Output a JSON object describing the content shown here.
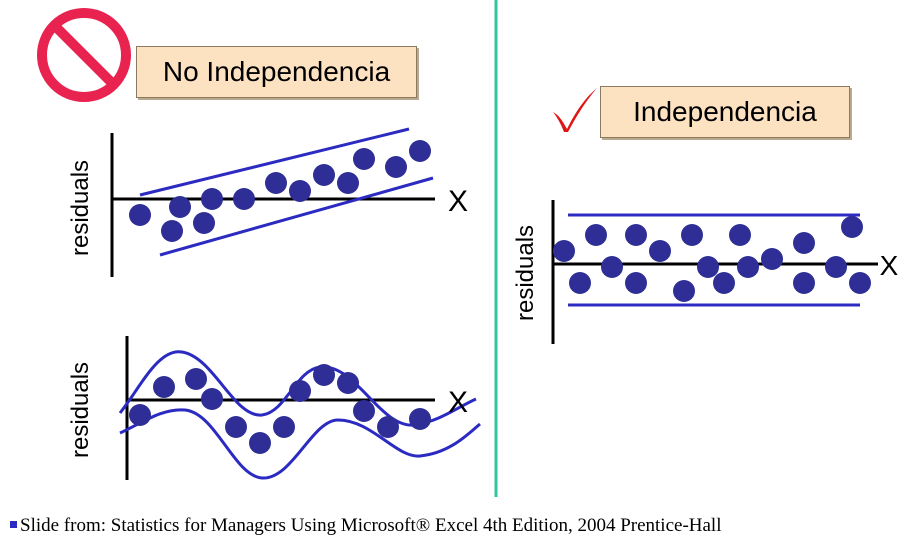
{
  "panels": {
    "no_independence_label": "No Independencia",
    "independence_label": "Independencia",
    "y_axis_label": "residuals",
    "x_axis_label": "X"
  },
  "footer": {
    "text": "Slide from: Statistics for Managers  Using Microsoft® Excel  4th Edition, 2004 Prentice-Hall"
  },
  "colors": {
    "dots": "#2e2e96",
    "bands": "#2b2bc2",
    "axes": "#000000",
    "divider": "#2fc7a0",
    "label_fill": "#fde2c2",
    "prohibit_sign": "#e8234f",
    "check_mark": "#e01515"
  },
  "icons": {
    "prohibit": "no-entry-icon",
    "check": "checkmark-icon"
  }
}
